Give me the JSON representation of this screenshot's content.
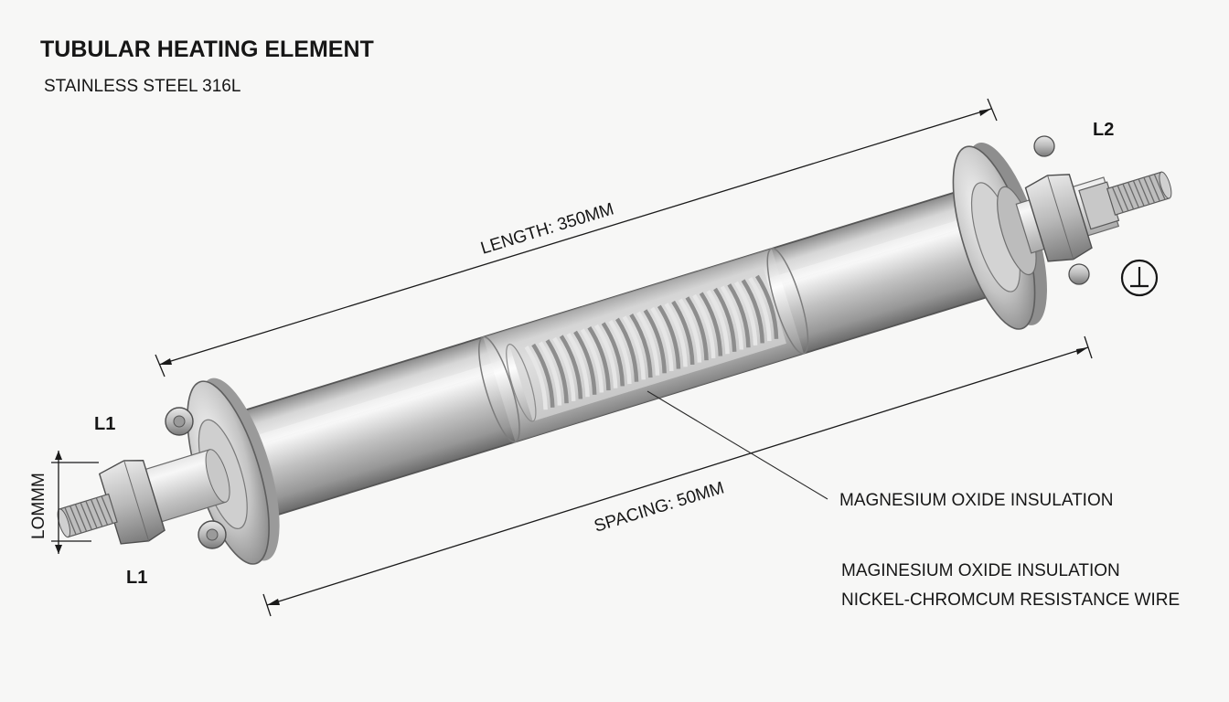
{
  "header": {
    "title": "TUBULAR HEATING ELEMENT",
    "subtitle": "STAINLESS STEEL 316L"
  },
  "dimensions": {
    "length": "LENGTH: 350MM",
    "spacing": "SPACING: 50MM",
    "diameter": "LOMMM"
  },
  "terminals": {
    "left_top": "L1",
    "left_bottom": "L1",
    "right": "L2",
    "ground_symbol": "⊥"
  },
  "callouts": {
    "insulation_primary": "MAGNESIUM OXIDE INSULATION",
    "insulation_secondary": "MAGINESIUM OXIDE INSULATION",
    "wire": "NICKEL-CHROMCUM RESISTANCE WIRE"
  },
  "colors": {
    "steel_highlight": "#f2f2f2",
    "steel_mid": "#b8b8b8",
    "steel_dark": "#6a6a6a",
    "line": "#1a1a1a",
    "background": "#f7f7f6"
  }
}
